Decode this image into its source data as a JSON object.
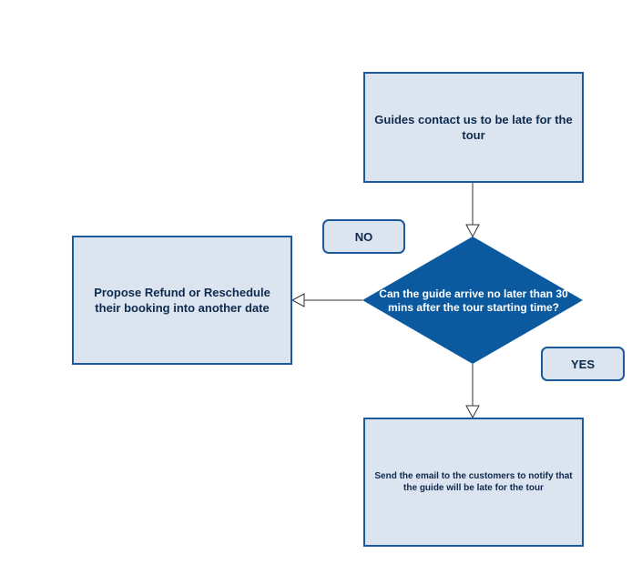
{
  "diagram": {
    "start_box": "Guides contact us to be late for the tour",
    "decision": "Can the guide arrive no later than 30 mins after the tour starting time?",
    "no_box": "Propose Refund or Reschedule their booking into another date",
    "yes_box": "Send the email to the customers to notify that the guide will be late for the tour",
    "no_label": "NO",
    "yes_label": "YES"
  },
  "colors": {
    "box_fill": "#dce4f0",
    "box_border": "#1b5a9c",
    "decision_fill": "#0b5aa0",
    "text_dark": "#0d2a4e",
    "connector": "#333333"
  }
}
